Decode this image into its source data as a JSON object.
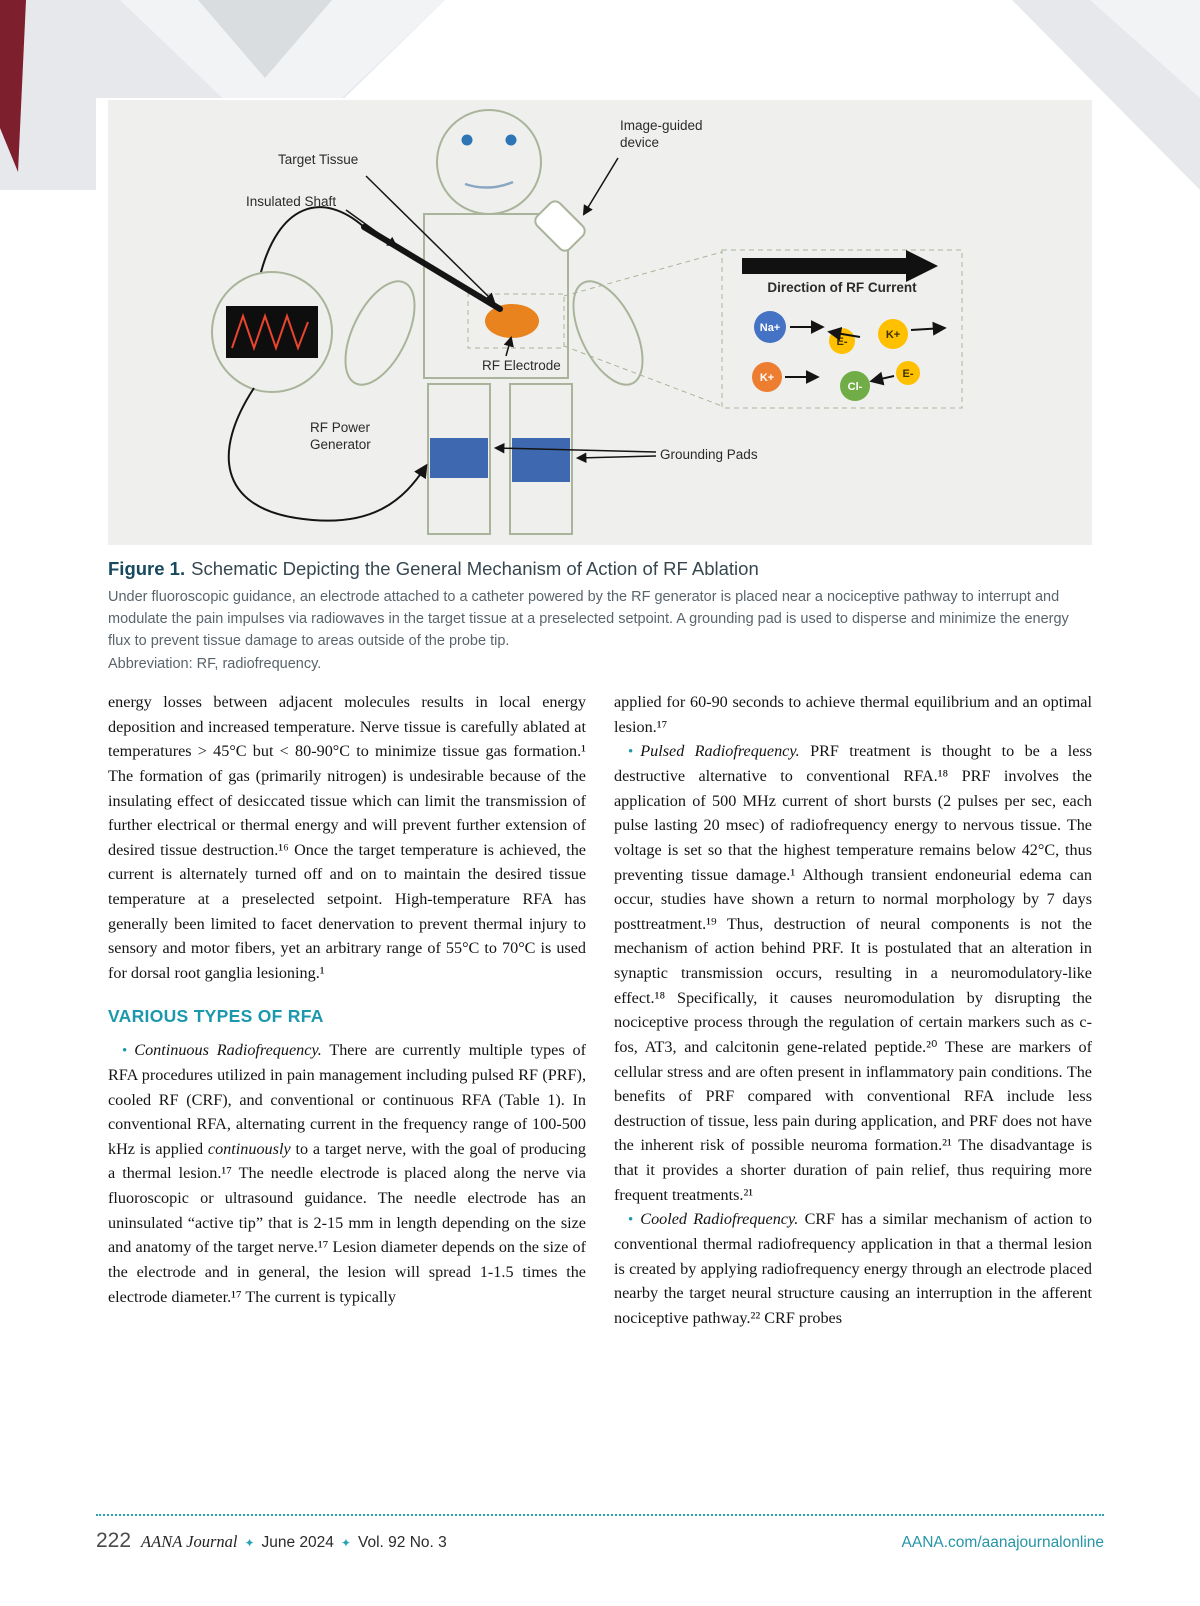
{
  "figure": {
    "labels": {
      "target_tissue": "Target Tissue",
      "insulated_shaft": "Insulated Shaft",
      "image_guided_device": "Image-guided\ndevice",
      "rf_electrode": "RF Electrode",
      "rf_power_generator": "RF Power\nGenerator",
      "grounding_pads": "Grounding Pads",
      "direction_of_rf_current": "Direction of RF Current"
    },
    "ions": [
      {
        "label": "Na+",
        "color": "#4472c4"
      },
      {
        "label": "E-",
        "color": "#ffc000"
      },
      {
        "label": "K+",
        "color": "#ffc000"
      },
      {
        "label": "K+",
        "color": "#ed7d31"
      },
      {
        "label": "Cl-",
        "color": "#70ad47"
      },
      {
        "label": "E-",
        "color": "#ffc000"
      }
    ]
  },
  "caption": {
    "label": "Figure 1.",
    "title": "Schematic Depicting the General Mechanism of Action of RF Ablation",
    "description": "Under fluoroscopic guidance, an electrode attached to a catheter powered by the RF generator is placed near a nociceptive pathway to interrupt and modulate the pain impulses via radiowaves in the target tissue at a preselected setpoint. A grounding pad is used to disperse and minimize the energy flux to prevent tissue damage to areas outside of the probe tip.",
    "abbreviation": "Abbreviation: RF, radiofrequency."
  },
  "article": {
    "bullet_char": "•",
    "left": {
      "p1": "energy losses between adjacent molecules results in local energy deposition and increased temperature. Nerve tissue is carefully ablated at temperatures > 45°C but < 80-90°C to minimize tissue gas formation.¹ The formation of gas (primarily nitrogen) is undesirable because of the insulating effect of desiccated tissue which can limit the transmission of further electrical or thermal energy and will prevent further extension of desired tissue destruction.¹⁶ Once the target temperature is achieved, the current is alternately turned off and on to maintain the desired tissue temperature at a preselected setpoint. High-temperature RFA has generally been limited to facet denervation to prevent thermal injury to sensory and motor fibers, yet an arbitrary range of 55°C to 70°C is used for dorsal root ganglia lesioning.¹",
      "heading": "VARIOUS TYPES OF RFA",
      "bullet1": {
        "lead": "Continuous Radiofrequency.",
        "text_a": " There are currently multiple types of RFA procedures utilized in pain management including pulsed RF (PRF), cooled RF (CRF), and conventional or continuous RFA (Table 1). In conventional RFA, alternating current in the frequency range of 100-500 kHz is applied ",
        "italic": "continuously",
        "text_b": " to a target nerve, with the goal of producing a thermal lesion.¹⁷ The needle electrode is placed along the nerve via fluoroscopic or ultrasound guidance. The needle electrode has an uninsulated “active tip” that is 2-15 mm in length depending on the size and anatomy of the target nerve.¹⁷ Lesion diameter depends on the size of the electrode and in general, the lesion will spread 1-1.5 times the electrode diameter.¹⁷ The current is typically"
      }
    },
    "right": {
      "p1": "applied for 60-90 seconds to achieve thermal equilibrium and an optimal lesion.¹⁷",
      "bullet2": {
        "lead": "Pulsed Radiofrequency.",
        "text": " PRF treatment is thought to be a less destructive alternative to conventional RFA.¹⁸ PRF involves the application of 500 MHz current of short bursts (2 pulses per sec, each pulse lasting 20 msec) of radiofrequency energy to nervous tissue. The voltage is set so that the highest temperature remains below 42°C, thus preventing tissue damage.¹ Although transient endoneurial edema can occur, studies have shown a return to normal morphology by 7 days posttreatment.¹⁹ Thus, destruction of neural components is not the mechanism of action behind PRF. It is postulated that an alteration in synaptic transmission occurs, resulting in a neuromodulatory-like effect.¹⁸ Specifically, it causes neuromodulation by disrupting the nociceptive process through the regulation of certain markers such as c-fos, AT3, and calcitonin gene-related peptide.²⁰ These are markers of cellular stress and are often present in inflammatory pain conditions. The benefits of PRF compared with conventional RFA include less destruction of tissue, less pain during application, and PRF does not have the inherent risk of possible neuroma formation.²¹ The disadvantage is that it provides a shorter duration of pain relief, thus requiring more frequent treatments.²¹"
      },
      "bullet3": {
        "lead": "Cooled Radiofrequency.",
        "text": " CRF has a similar mechanism of action to conventional thermal radiofrequency application in that a thermal lesion is created by applying radiofrequency energy through an electrode placed nearby the target neural structure causing an interruption in the afferent nociceptive pathway.²² CRF probes"
      }
    }
  },
  "footer": {
    "page_number": "222",
    "journal_name": "AANA Journal",
    "separator": "✦",
    "issue_date": "June 2024",
    "volume": "Vol. 92 No. 3",
    "website": "AANA.com/aanajournalonline"
  }
}
